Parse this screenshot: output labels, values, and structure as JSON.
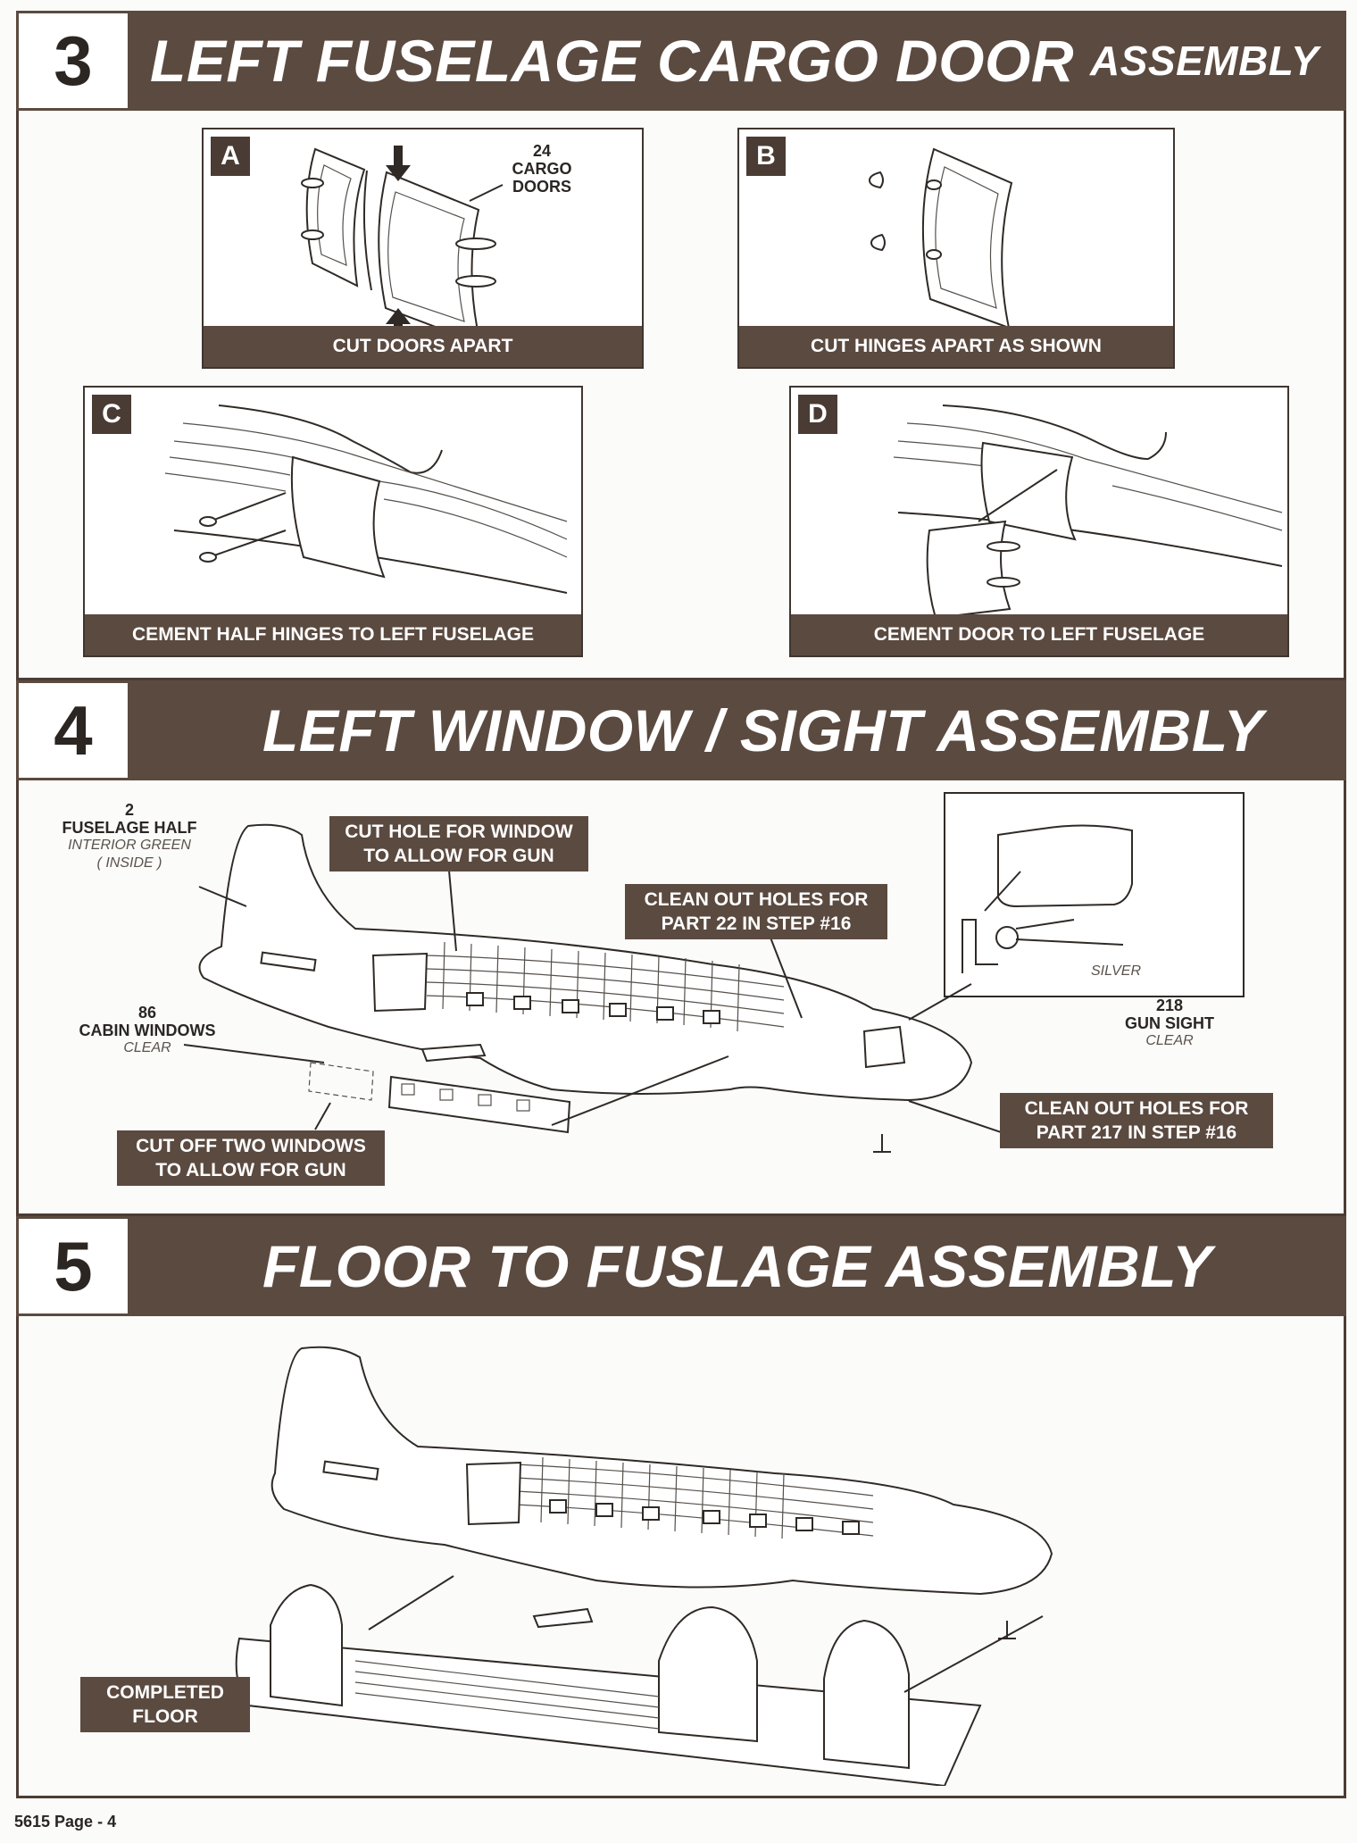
{
  "step3": {
    "number": "3",
    "title": "LEFT FUSELAGE CARGO DOOR",
    "title_suffix": "ASSEMBLY",
    "panels": [
      {
        "letter": "A",
        "caption": "CUT DOORS APART",
        "label": "24\nCARGO\nDOORS"
      },
      {
        "letter": "B",
        "caption": "CUT HINGES APART AS SHOWN"
      },
      {
        "letter": "C",
        "caption": "CEMENT HALF HINGES TO LEFT  FUSELAGE"
      },
      {
        "letter": "D",
        "caption": "CEMENT DOOR TO  LEFT FUSELAGE"
      }
    ]
  },
  "step4": {
    "number": "4",
    "title": "LEFT WINDOW / SIGHT ASSEMBLY",
    "labels": {
      "fuselage_half": {
        "num": "2",
        "name": "FUSELAGE HALF",
        "note": "INTERIOR GREEN",
        "note2": "( INSIDE )"
      },
      "cabin_windows": {
        "num": "86",
        "name": "CABIN WINDOWS",
        "note": "CLEAR"
      },
      "silver": "SILVER",
      "gun_sight": {
        "num": "218",
        "name": "GUN SIGHT",
        "note": "CLEAR"
      }
    },
    "callouts": {
      "cut_hole": "CUT HOLE FOR WINDOW\nTO ALLOW FOR GUN",
      "clean_22": "CLEAN OUT HOLES FOR\nPART 22 IN STEP #16",
      "cut_off": "CUT OFF TWO WINDOWS\nTO ALLOW FOR GUN",
      "clean_217": "CLEAN OUT HOLES FOR\nPART 217 IN STEP #16"
    }
  },
  "step5": {
    "number": "5",
    "title": "FLOOR TO FUSLAGE ASSEMBLY",
    "callout": "COMPLETED\nFLOOR"
  },
  "footer": "5615 Page - 4",
  "colors": {
    "band": "#5b4a40",
    "frame": "#4b3d35",
    "paper": "#fbfbf9"
  }
}
